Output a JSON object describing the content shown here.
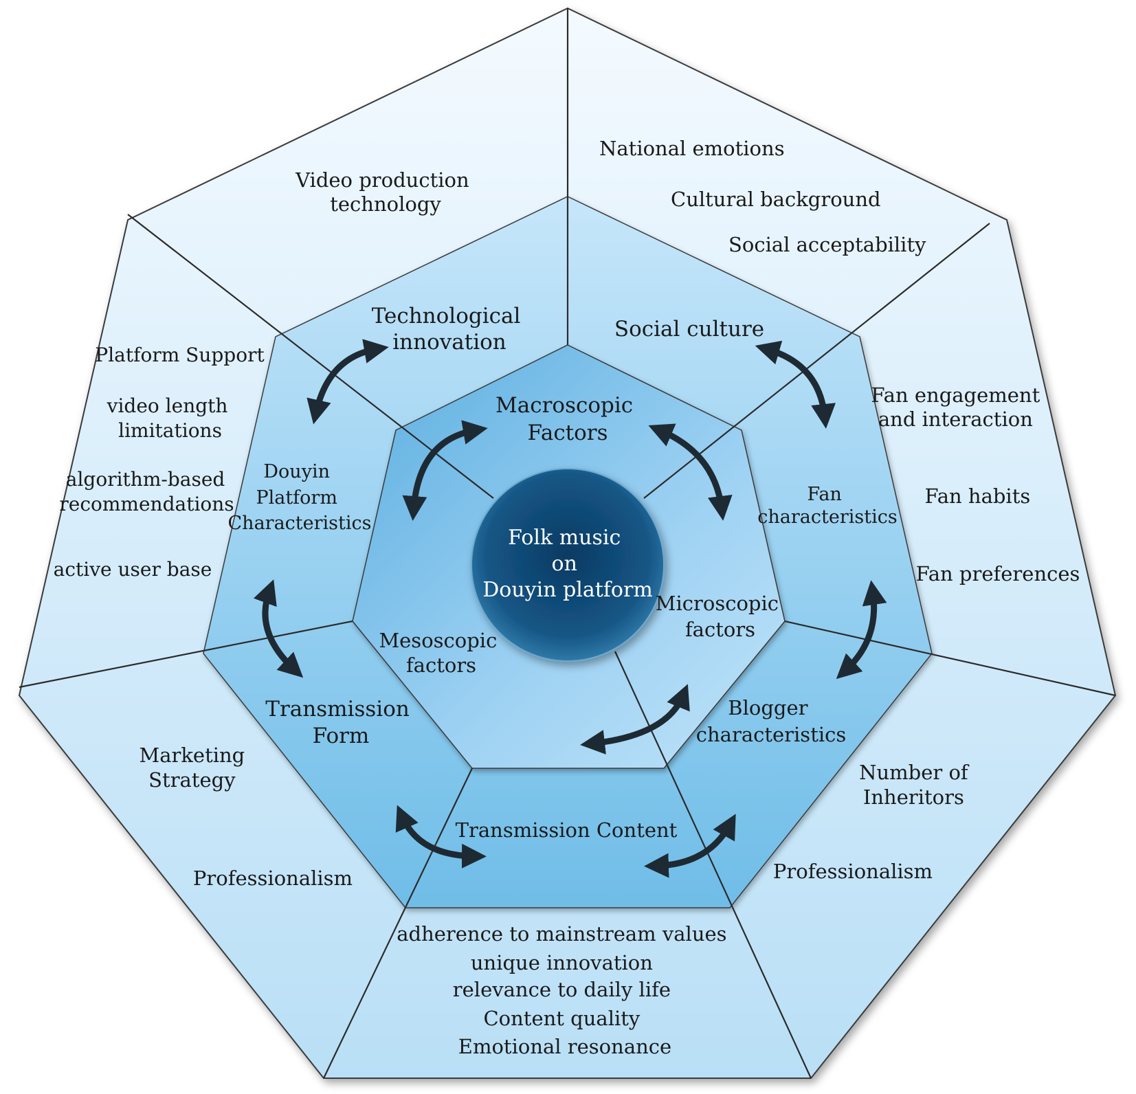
{
  "center": {
    "lines": [
      "Folk music",
      "on",
      "Douyin platform"
    ]
  },
  "levels": {
    "macro": [
      "Macroscopic",
      "Factors"
    ],
    "micro": [
      "Microscopic",
      "factors"
    ],
    "meso": [
      "Mesoscopic",
      "factors"
    ]
  },
  "categories": {
    "tech": [
      "Technological",
      "innovation"
    ],
    "social": [
      "Social culture"
    ],
    "fan": [
      "Fan",
      "characteristics"
    ],
    "blogger": [
      "Blogger",
      "characteristics"
    ],
    "content": [
      "Transmission Content"
    ],
    "form": [
      "Transmission",
      "Form"
    ],
    "platform": [
      "Douyin",
      "Platform",
      "Characteristics"
    ]
  },
  "items": {
    "tech": [
      "Video production",
      "technology"
    ],
    "social": [
      "National emotions",
      "Cultural background",
      "Social acceptability"
    ],
    "fan": [
      "Fan engagement",
      "and interaction",
      "Fan habits",
      "Fan preferences"
    ],
    "blogger": [
      "Number of",
      "Inheritors",
      "Professionalism"
    ],
    "content": [
      "adherence to mainstream values",
      "unique innovation",
      "relevance to daily life",
      "Content quality",
      "Emotional resonance"
    ],
    "form": [
      "Marketing",
      "Strategy",
      "Professionalism"
    ],
    "platform": [
      "Platform Support",
      "video length",
      "limitations",
      "algorithm-based",
      "recommendations",
      "active user base"
    ]
  },
  "colors": {
    "outer": "#dcefff",
    "middle": "#b5dcf5",
    "inner": "#7cc0ea",
    "center_dark": "#0b3f68",
    "center_light": "#2c79a8",
    "arrow": "#1e2a33",
    "line": "#2b2b2b"
  }
}
